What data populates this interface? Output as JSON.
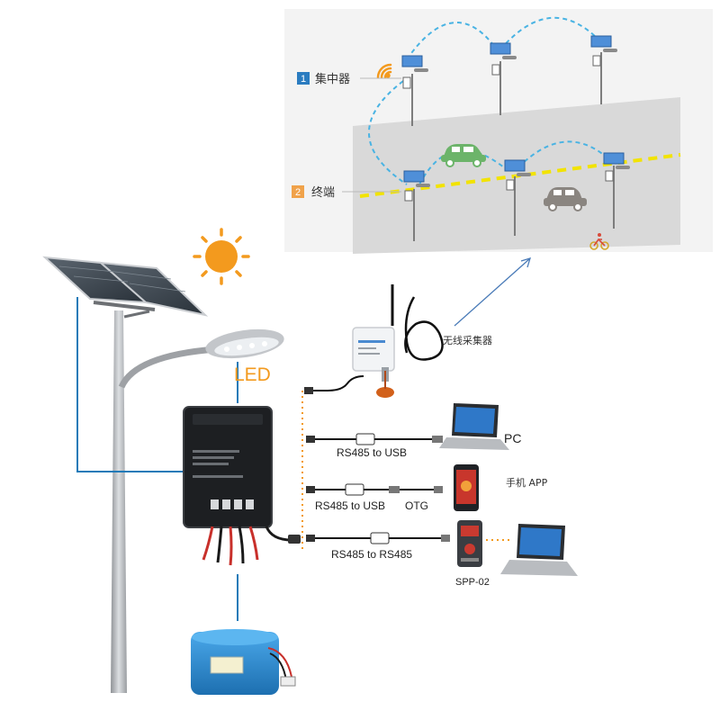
{
  "network": {
    "node1": {
      "badge": "1",
      "label": "集中器"
    },
    "node2": {
      "badge": "2",
      "label": "终端"
    }
  },
  "wireless_collector": {
    "label": "无线采集器"
  },
  "led": {
    "label": "LED"
  },
  "connections": {
    "pc": {
      "cable": "RS485 to USB",
      "device": "PC"
    },
    "phone": {
      "cable": "RS485 to USB",
      "adapter": "OTG",
      "device": "手机 APP"
    },
    "spp": {
      "cable": "RS485 to RS485",
      "device": "SPP-02"
    }
  },
  "colors": {
    "link_blue": "#1f7ab8",
    "dash_blue": "#49b3e3",
    "road_yellow": "#f2e300",
    "sun_orange": "#f39a1e",
    "badge_blue": "#2a7cc0",
    "badge_orange": "#f0a24a",
    "battery_blue": "#2f8fd6",
    "car_green": "#6cb46a"
  },
  "icons": [
    "sun-icon",
    "wifi-signal-icon",
    "car-icon",
    "bicycle-icon",
    "laptop-icon",
    "smartphone-icon",
    "handheld-meter-icon",
    "antenna-icon"
  ]
}
